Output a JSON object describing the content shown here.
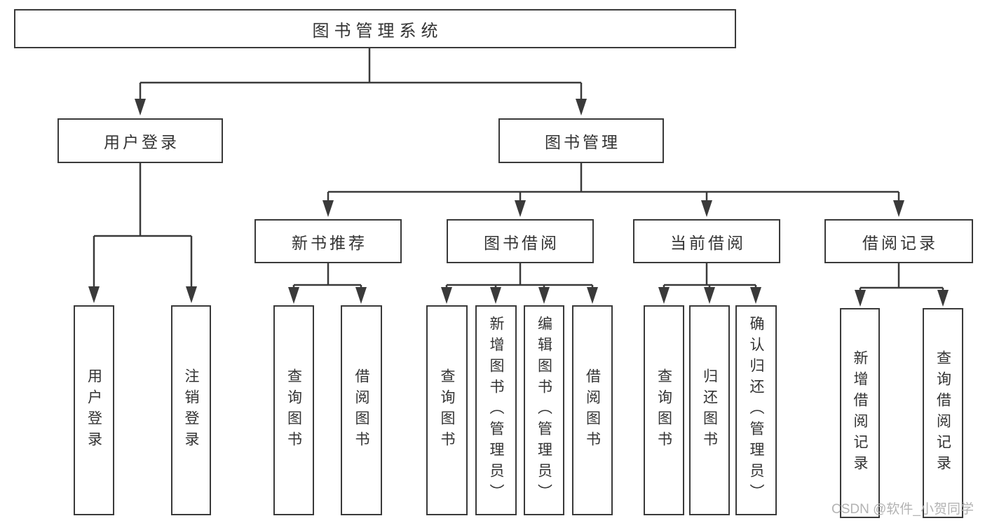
{
  "diagram": {
    "root": {
      "label": "图书管理系统"
    },
    "user_login": {
      "label": "用户登录",
      "children": [
        {
          "label": "用户登录"
        },
        {
          "label": "注销登录"
        }
      ]
    },
    "book_management": {
      "label": "图书管理",
      "new_book_recommend": {
        "label": "新书推荐",
        "children": [
          {
            "label": "查询图书"
          },
          {
            "label": "借阅图书"
          }
        ]
      },
      "book_borrowing": {
        "label": "图书借阅",
        "children": [
          {
            "label": "查询图书"
          },
          {
            "label": "新增图书（管理员）"
          },
          {
            "label": "编辑图书（管理员）"
          },
          {
            "label": "借阅图书"
          }
        ]
      },
      "current_borrowing": {
        "label": "当前借阅",
        "children": [
          {
            "label": "查询图书"
          },
          {
            "label": "归还图书"
          },
          {
            "label": "确认归还（管理员）"
          }
        ]
      },
      "borrowing_records": {
        "label": "借阅记录",
        "children": [
          {
            "label": "新增借阅记录"
          },
          {
            "label": "查询借阅记录"
          }
        ]
      }
    }
  },
  "watermark": {
    "text": "CSDN @软件_小贺同学"
  },
  "colors": {
    "line": "#3a3a3a",
    "text": "#333333",
    "background": "#ffffff",
    "watermark": "#b3b3b3"
  }
}
